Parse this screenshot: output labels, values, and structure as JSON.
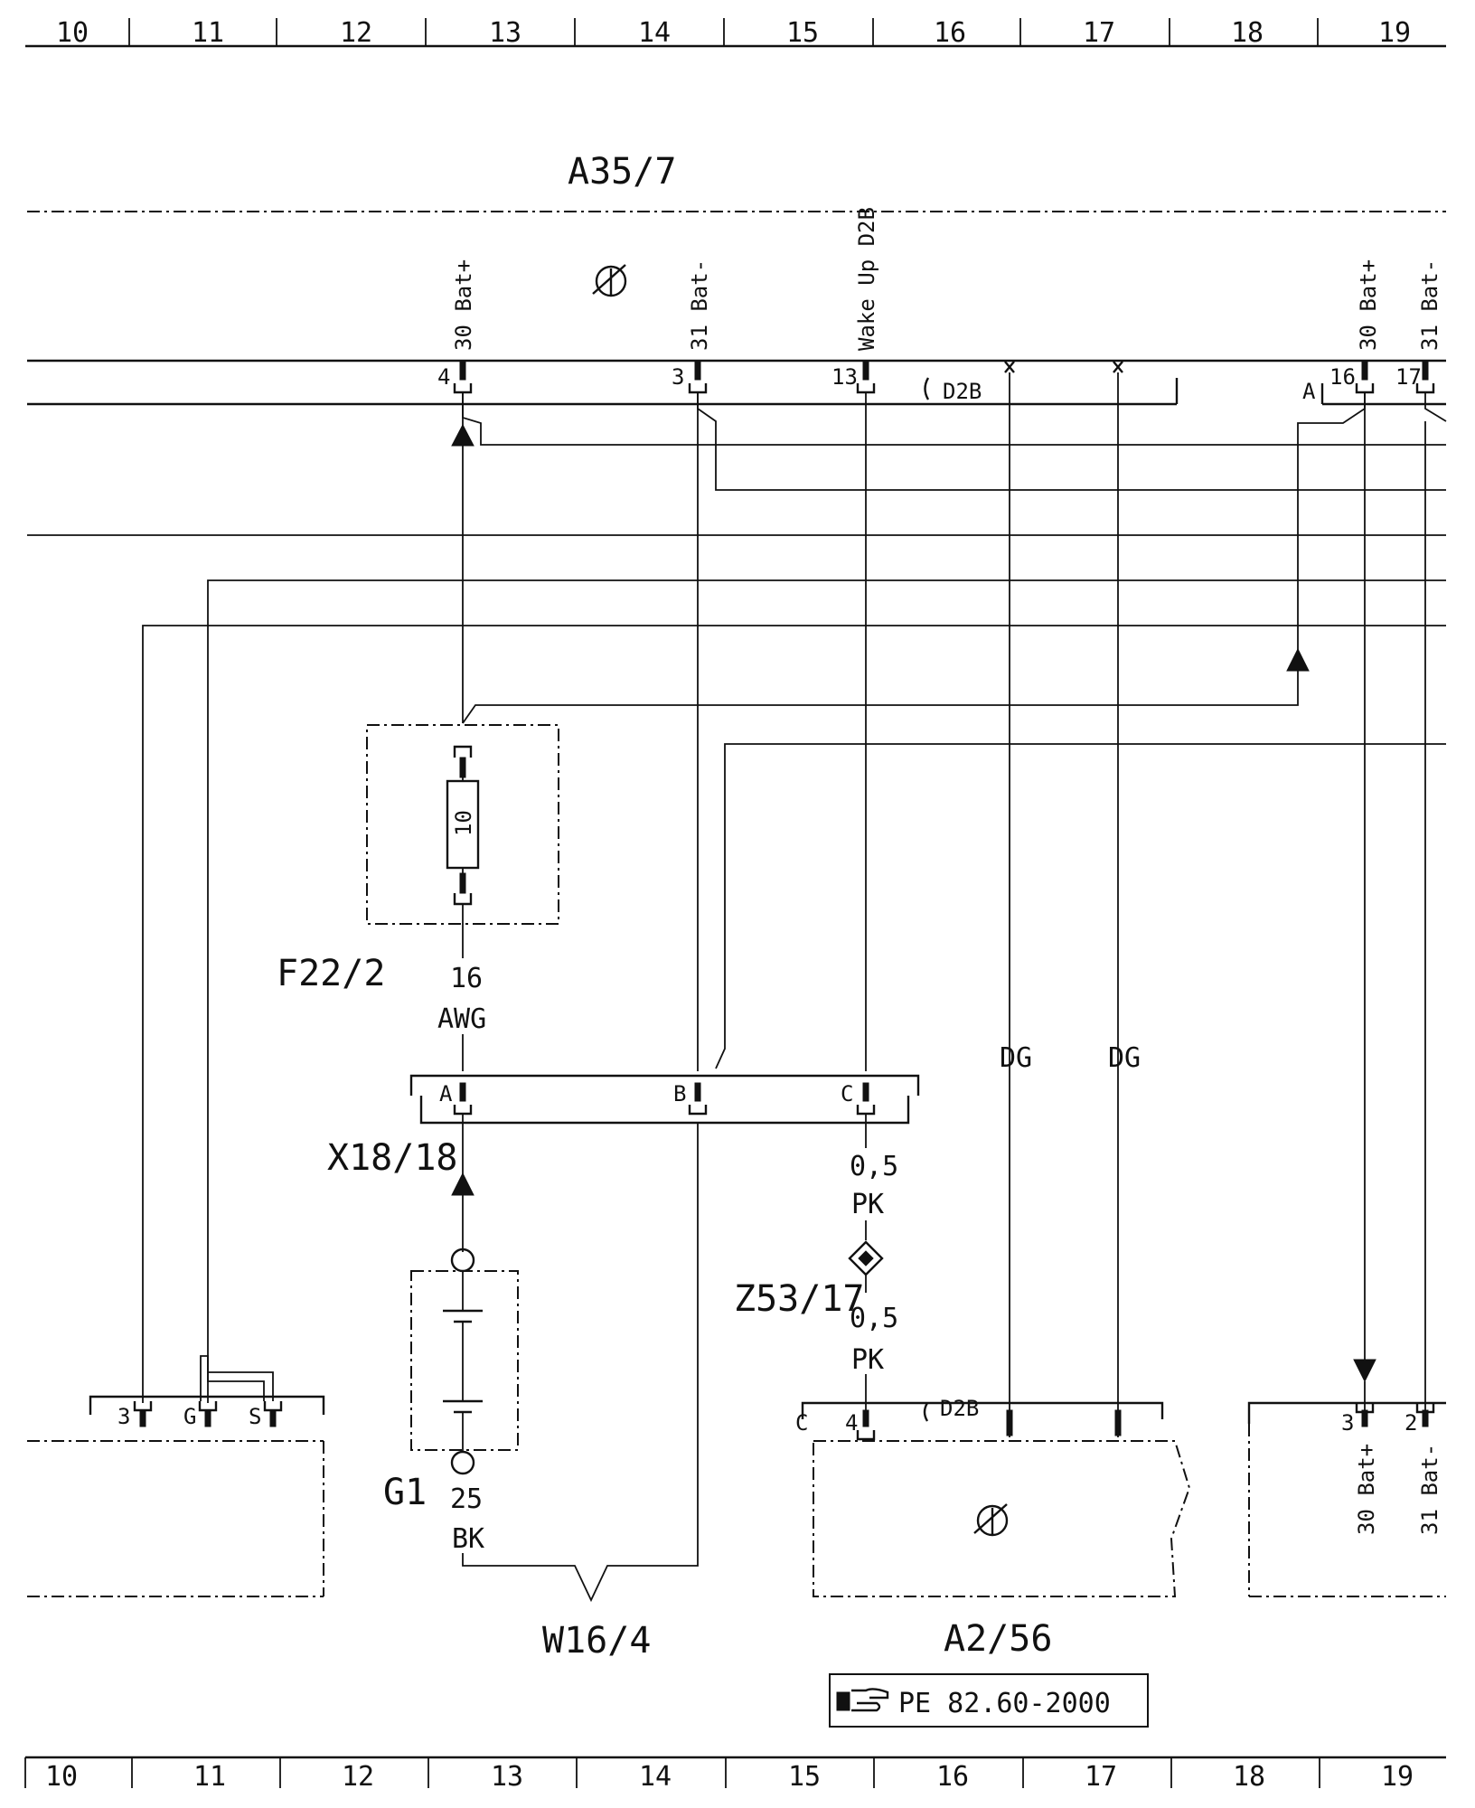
{
  "grid_numbers": [
    "10",
    "11",
    "12",
    "13",
    "14",
    "15",
    "16",
    "17",
    "18",
    "19"
  ],
  "components": {
    "control_unit_top": "A35/7",
    "fuse": "F22/2",
    "fuse_value": "10",
    "connector": "X18/18",
    "battery": "G1",
    "splice": "Z53/17",
    "ground_point": "W16/4",
    "bottom_module": "A2/56"
  },
  "top_pins": {
    "pin_30": {
      "number": "4",
      "label": "30 Bat+"
    },
    "pin_31": {
      "number": "3",
      "label": "31 Bat-"
    },
    "pin_13": {
      "number": "13",
      "label": "Wake Up D2B"
    },
    "d2b_label": "D2B",
    "right_pin_16": {
      "number": "16",
      "label": "30 Bat+"
    },
    "right_pin_17": {
      "number": "17",
      "label": "31 Bat-"
    },
    "right_letter": "A"
  },
  "wires": {
    "fuse_wire_size": "16",
    "fuse_wire_color": "AWG",
    "splice_wire_size_top": "0,5",
    "splice_wire_color_top": "PK",
    "splice_wire_size_bottom": "0,5",
    "splice_wire_color_bottom": "PK",
    "battery_wire_size": "25",
    "battery_wire_color": "BK",
    "d2b_wire_1": "DG",
    "d2b_wire_2": "DG"
  },
  "connector_pins": [
    "A",
    "B",
    "C"
  ],
  "left_module_pins": [
    "3",
    "G",
    "S"
  ],
  "bottom_module_pins": {
    "letter": "C",
    "pin": "4",
    "d2b": "D2B"
  },
  "right_module_pins": [
    {
      "number": "3",
      "label": "30 Bat+"
    },
    {
      "number": "2",
      "label": "31 Bat-"
    }
  ],
  "reference": "PE 82.60-2000"
}
